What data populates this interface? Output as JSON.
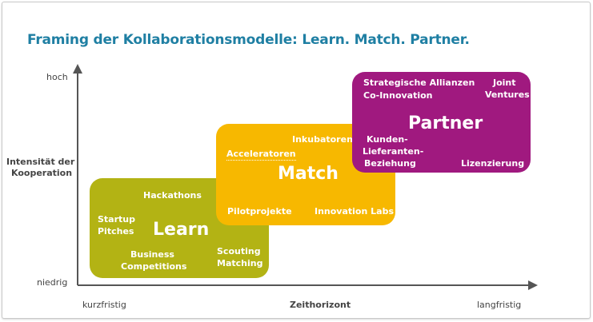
{
  "title": "Framing der Kollaborationsmodelle: Learn. Match. Partner.",
  "axes": {
    "y_high": "hoch",
    "y_low": "niedrig",
    "y_label_line1": "Intensität der",
    "y_label_line2": "Kooperation",
    "x_short": "kurzfristig",
    "x_label": "Zeithorizont",
    "x_long": "langfristig"
  },
  "learn": {
    "name": "Learn",
    "color": "#b3b314",
    "items": {
      "hackathons": "Hackathons",
      "startup_pitches_1": "Startup",
      "startup_pitches_2": "Pitches",
      "business_1": "Business",
      "business_2": "Competitions",
      "scouting_1": "Scouting",
      "scouting_2": "Matching"
    }
  },
  "match": {
    "name": "Match",
    "color": "#f7b800",
    "items": {
      "inkubatoren": "Inkubatoren",
      "accelerators": "Acceleratoren",
      "pilotprojekte": "Pilotprojekte",
      "innovation_labs": "Innovation Labs"
    }
  },
  "partner": {
    "name": "Partner",
    "color": "#a0197f",
    "items": {
      "allianzen": "Strategische Allianzen",
      "coinnovation": "Co-Innovation",
      "joint_1": "Joint",
      "joint_2": "Ventures",
      "kunden_1": "Kunden-",
      "kunden_2": "Lieferanten-",
      "kunden_3": "Beziehung",
      "lizenzierung": "Lizenzierung"
    }
  }
}
